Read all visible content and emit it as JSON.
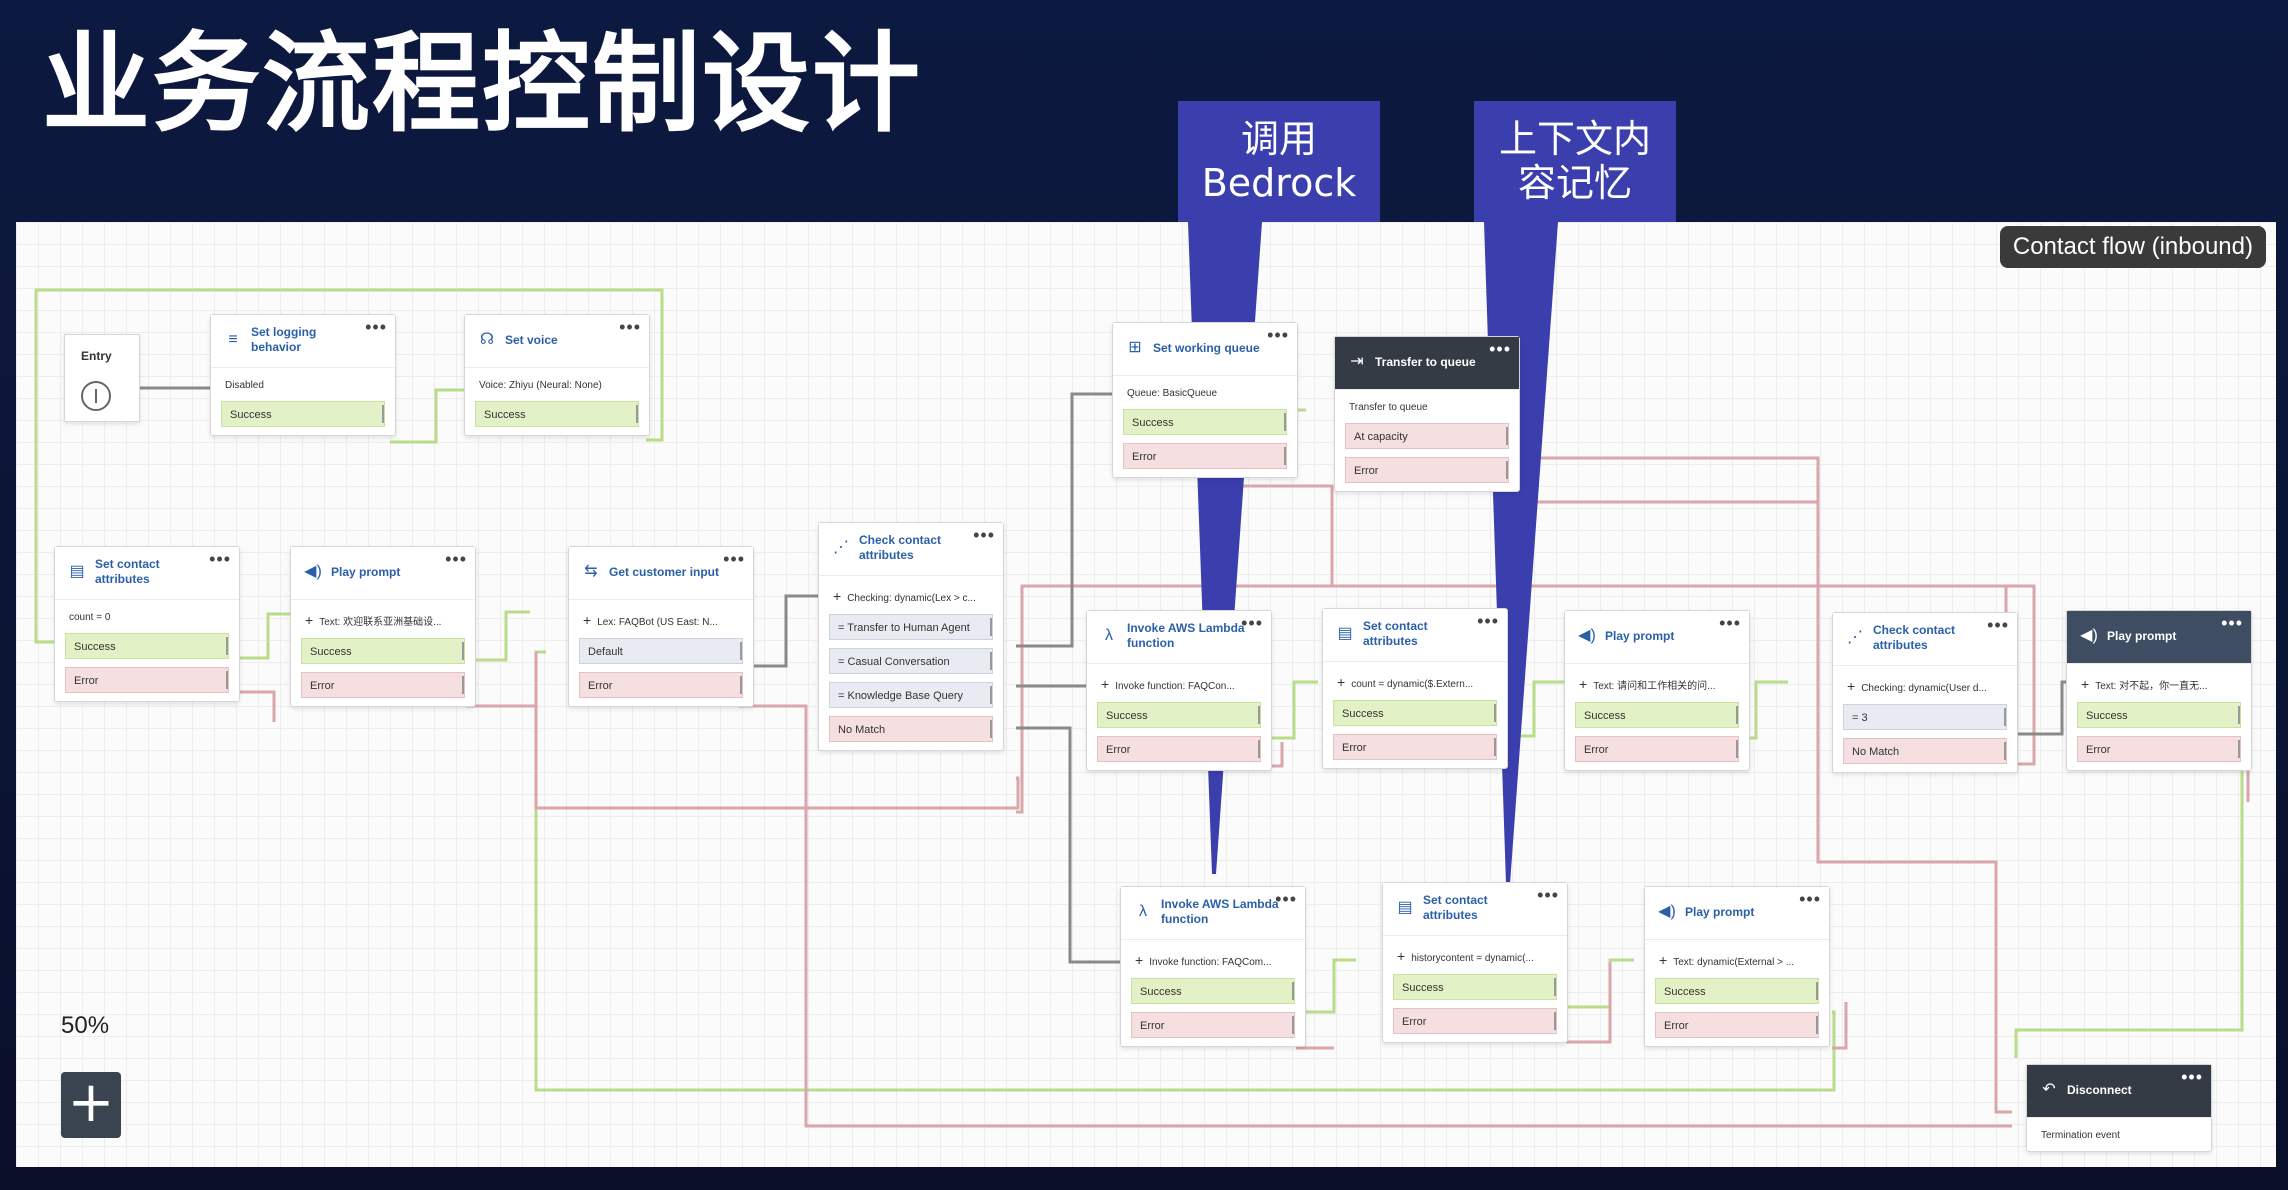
{
  "slide": {
    "title": "业务流程控制设计"
  },
  "callouts": {
    "bedrock": {
      "line1": "调用",
      "line2": "Bedrock"
    },
    "memory": {
      "line1": "上下文内",
      "line2": "容记忆"
    }
  },
  "canvas": {
    "flow_title": "Contact flow (inbound)",
    "zoom_level": "50%",
    "zoom_in_label": "+"
  },
  "entry": {
    "label": "Entry"
  },
  "nodes": {
    "set_logging": {
      "title": "Set logging behavior",
      "detail": "Disabled",
      "success": "Success"
    },
    "set_voice": {
      "title": "Set voice",
      "detail": "Voice: Zhiyu (Neural: None)",
      "success": "Success"
    },
    "set_attr_count": {
      "title": "Set contact attributes",
      "detail": "count = 0",
      "success": "Success",
      "error": "Error"
    },
    "play_prompt_1": {
      "title": "Play prompt",
      "detail": "Text: 欢迎联系亚洲基础设...",
      "success": "Success",
      "error": "Error"
    },
    "get_input": {
      "title": "Get customer input",
      "detail": "Lex: FAQBot (US East: N...",
      "default": "Default",
      "error": "Error"
    },
    "check_attr_1": {
      "title": "Check contact attributes",
      "detail": "Checking: dynamic(Lex > c...",
      "branches": [
        "= Transfer to Human Agent",
        "= Casual Conversation",
        "= Knowledge Base Query"
      ],
      "no_match": "No Match"
    },
    "set_working": {
      "title": "Set working queue",
      "detail": "Queue: BasicQueue",
      "success": "Success",
      "error": "Error"
    },
    "transfer_queue": {
      "title": "Transfer to queue",
      "detail": "Transfer to queue",
      "at_capacity": "At capacity",
      "error": "Error"
    },
    "invoke_lambda_1": {
      "title": "Invoke AWS Lambda function",
      "detail": "Invoke function: FAQCon...",
      "success": "Success",
      "error": "Error"
    },
    "set_attr_2": {
      "title": "Set contact attributes",
      "detail": "count = dynamic($.Extern...",
      "success": "Success",
      "error": "Error"
    },
    "play_prompt_2": {
      "title": "Play prompt",
      "detail": "Text: 请问和工作相关的问...",
      "success": "Success",
      "error": "Error"
    },
    "check_attr_2": {
      "title": "Check contact attributes",
      "detail": "Checking: dynamic(User d...",
      "branch": "= 3",
      "no_match": "No Match"
    },
    "play_prompt_3": {
      "title": "Play prompt",
      "detail": "Text: 对不起，你一直无...",
      "success": "Success",
      "error": "Error"
    },
    "invoke_lambda_2": {
      "title": "Invoke AWS Lambda function",
      "detail": "Invoke function: FAQCom...",
      "success": "Success",
      "error": "Error"
    },
    "set_attr_3": {
      "title": "Set contact attributes",
      "detail": "historycontent = dynamic(...",
      "success": "Success",
      "error": "Error"
    },
    "play_prompt_4": {
      "title": "Play prompt",
      "detail": "Text: dynamic(External > ...",
      "success": "Success",
      "error": "Error"
    },
    "disconnect": {
      "title": "Disconnect",
      "detail": "Termination event"
    }
  },
  "colors": {
    "success_wire": "#b9dc8a",
    "error_wire": "#d9a6ab",
    "neutral_wire": "#8a8a8a",
    "callout": "#3b3fae",
    "node_title": "#2b5fa8"
  },
  "icons": {
    "bedrock_pointer": "arrow-pointer",
    "lambda": "lambda-icon",
    "prompt": "speaker-icon",
    "attributes": "attributes-icon"
  }
}
